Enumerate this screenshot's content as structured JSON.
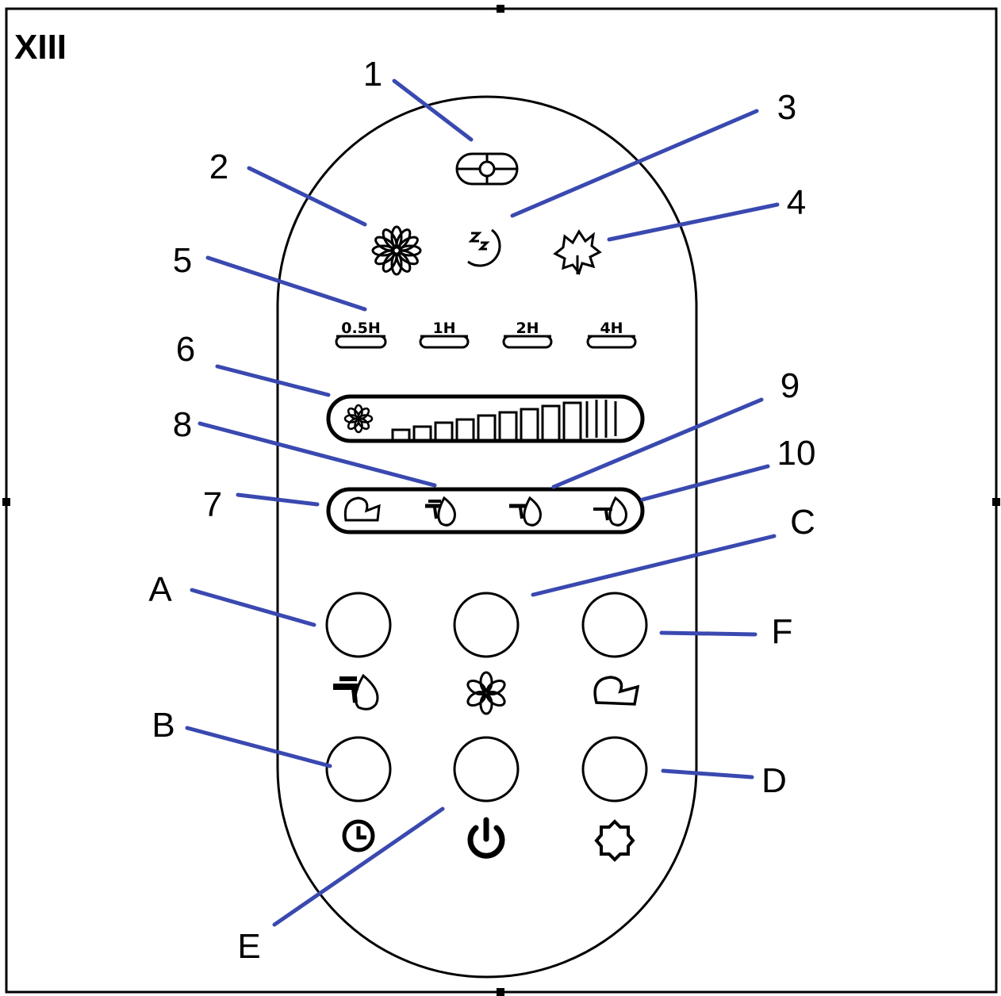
{
  "figure_label": "XIII",
  "colors": {
    "leader_line": "#3a49b0",
    "ink": "#000000",
    "background": "#ffffff"
  },
  "timer_options": [
    "0.5H",
    "1H",
    "2H",
    "4H"
  ],
  "callouts": {
    "c1": "1",
    "c2": "2",
    "c3": "3",
    "c4": "4",
    "c5": "5",
    "c6": "6",
    "c7": "7",
    "c8": "8",
    "c9": "9",
    "c10": "10",
    "cA": "A",
    "cB": "B",
    "cC": "C",
    "cD": "D",
    "cE": "E",
    "cF": "F"
  },
  "icons": {
    "indicator_1": "oscillation-indicator-icon",
    "indicator_2": "fan-mode-icon",
    "indicator_3": "sleep-mode-icon",
    "indicator_4": "natural-wind-icon",
    "indicator_6": "fan-speed-level-bar",
    "indicator_7": "swing-icon",
    "indicator_8": "heat-high-icon",
    "indicator_9": "heat-medium-icon",
    "indicator_10": "heat-low-icon",
    "button_A": "heat-button",
    "button_C": "fan-button",
    "button_F": "swing-button",
    "button_B": "timer-button",
    "button_E": "power-button",
    "button_D": "mode-button"
  }
}
